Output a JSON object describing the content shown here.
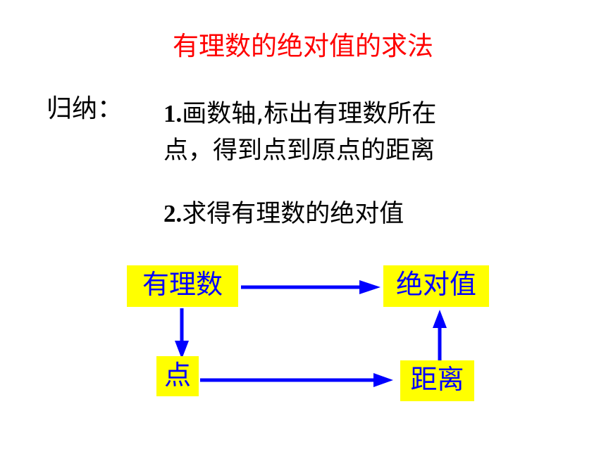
{
  "title": "有理数的绝对值的求法",
  "summary_label": "归纳：",
  "steps": [
    {
      "num": "1.",
      "lines": [
        "画数轴,标出有理数所在",
        "点，得到点到原点的距离"
      ]
    },
    {
      "num": "2.",
      "lines": [
        "求得有理数的绝对值"
      ]
    }
  ],
  "flow": {
    "rational_number": "有理数",
    "absolute_value": "绝对值",
    "point": "点",
    "distance": "距离"
  },
  "colors": {
    "title": "#ff0000",
    "box_fill": "#ffff00",
    "box_text": "#0000ff",
    "arrow": "#0000ff"
  }
}
